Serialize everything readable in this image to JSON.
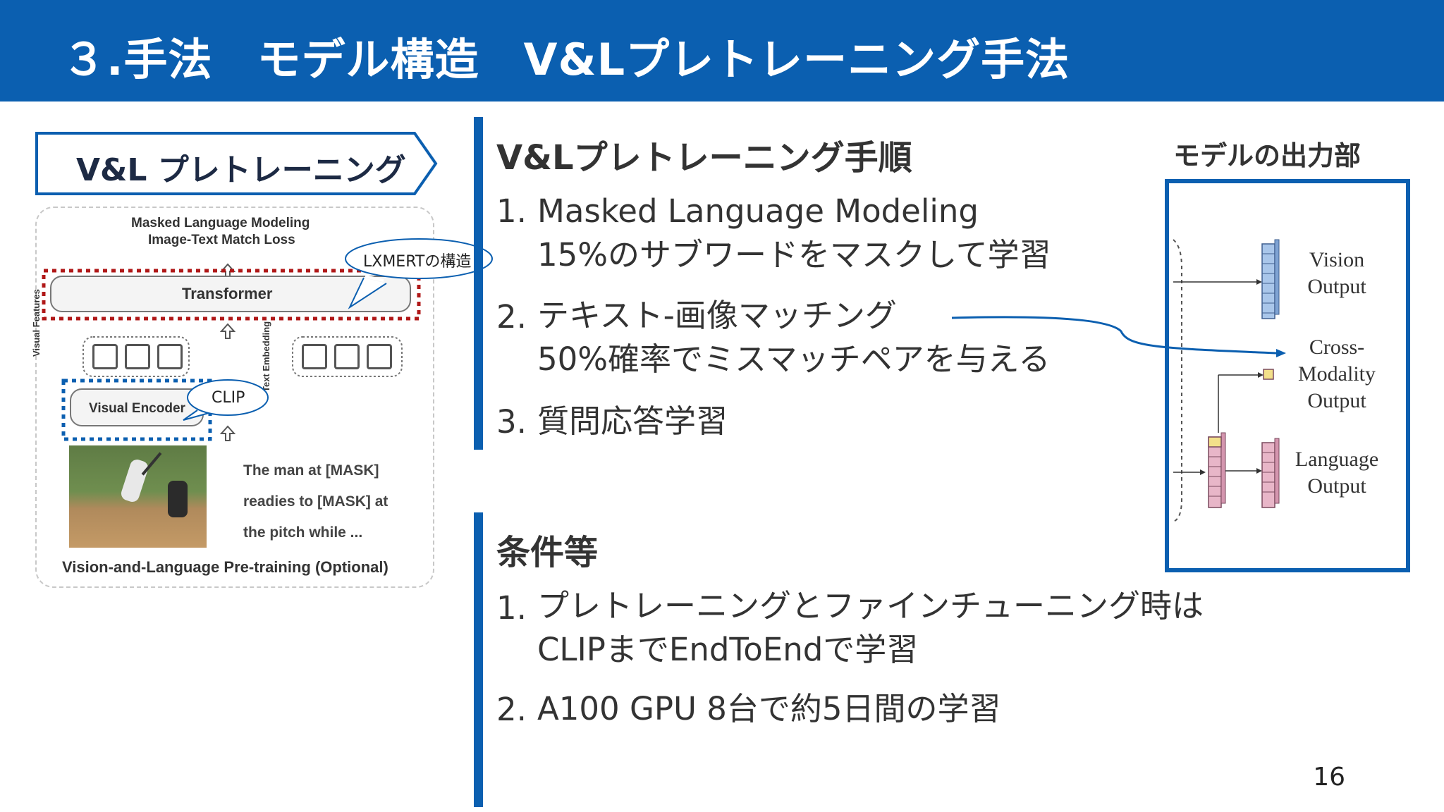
{
  "header": {
    "title": "３.手法　モデル構造　V&Lプレトレーニング手法"
  },
  "left_panel": {
    "banner": "V&L プレトレーニング",
    "figure": {
      "top_label_1": "Masked Language Modeling",
      "top_label_2": "Image-Text Match Loss",
      "transformer": "Transformer",
      "visual_features": "Visual Features",
      "text_embedding": "Text Embedding",
      "visual_encoder": "Visual Encoder",
      "caption_lines": [
        "The man at [MASK]",
        "readies to [MASK] at",
        "the pitch while ..."
      ],
      "footer": "Vision-and-Language Pre-training (Optional)"
    },
    "callout_lxmert": "LXMERTの構造",
    "callout_clip": "CLIP"
  },
  "procedure": {
    "heading": "V&Lプレトレーニング手順",
    "items": [
      {
        "num": "1.",
        "line1": "Masked Language Modeling",
        "line2": "15%のサブワードをマスクして学習"
      },
      {
        "num": "2.",
        "line1": "テキスト-画像マッチング",
        "line2": "50%確率でミスマッチペアを与える"
      },
      {
        "num": "3.",
        "line1": "質問応答学習",
        "line2": ""
      }
    ]
  },
  "conditions": {
    "heading": "条件等",
    "items": [
      {
        "num": "1.",
        "line1": "プレトレーニングとファインチューニング時は",
        "line2": "CLIPまでEndToEndで学習"
      },
      {
        "num": "2.",
        "line1": "A100 GPU 8台で約5日間の学習",
        "line2": ""
      }
    ]
  },
  "model_output": {
    "heading": "モデルの出力部",
    "vision": [
      "Vision",
      "Output"
    ],
    "cross": [
      "Cross-",
      "Modality",
      "Output"
    ],
    "language": [
      "Language",
      "Output"
    ]
  },
  "page_number": "16",
  "colors": {
    "accent": "#0b5fb0",
    "header_bg": "#0b5fb0",
    "mask_red": "#b01818"
  }
}
